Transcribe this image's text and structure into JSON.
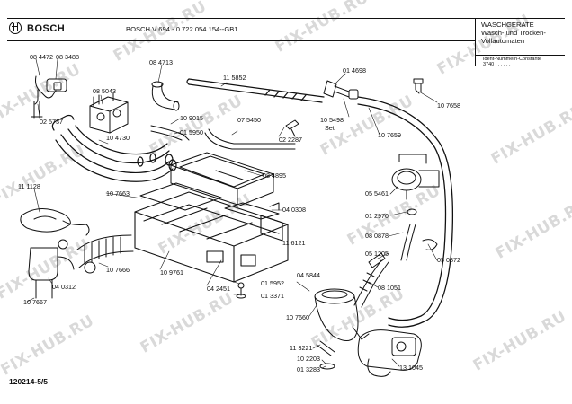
{
  "header": {
    "brand": "BOSCH",
    "model": "BOSCH  V 694  -  0 722 054 154--GB1",
    "category_line1": "WASCHGERATE",
    "category_line2": "Wasch- und Trocken-",
    "category_line3": "Vollautomaten",
    "ident_label": "Ident-Nummern-Constante",
    "ident_value": "3740 . . . . . ."
  },
  "footer": {
    "page_code": "120214-5/5"
  },
  "watermark": "FIX-HUB.RU",
  "parts": {
    "p084472": "08 4472",
    "p083488": "08 3488",
    "p025737": "02 5737",
    "p085043": "08 5043",
    "p084713": "08 4713",
    "p115852": "11 5852",
    "p014698": "01 4698",
    "p109015": "10 9015",
    "p015950": "01 5950",
    "p075450": "07 5450",
    "p105498": "10 5498",
    "set": "Set",
    "p107658": "10 7658",
    "p104730": "10 4730",
    "p022287": "02 2287",
    "p107659": "10 7659",
    "p084895": "08 4895",
    "p111128": "11 1128",
    "p107663": "10 7663",
    "p040308": "04 0308",
    "p055461": "05 5461",
    "p012970": "01 2970",
    "p080878": "08 0878",
    "p116121": "11 6121",
    "p051205": "05 1205",
    "p050872": "05 0872",
    "p107666": "10 7666",
    "p109761": "10 9761",
    "p045844": "04 5844",
    "p040312": "04 0312",
    "p042451": "04 2451",
    "p015952": "01 5952",
    "p081051": "08 1051",
    "p107667": "10 7667",
    "p013371": "01 3371",
    "p107660": "10 7660",
    "p113221": "11 3221",
    "p102203": "10 2203",
    "p131045": "13 1045",
    "p013283": "01 3283"
  }
}
